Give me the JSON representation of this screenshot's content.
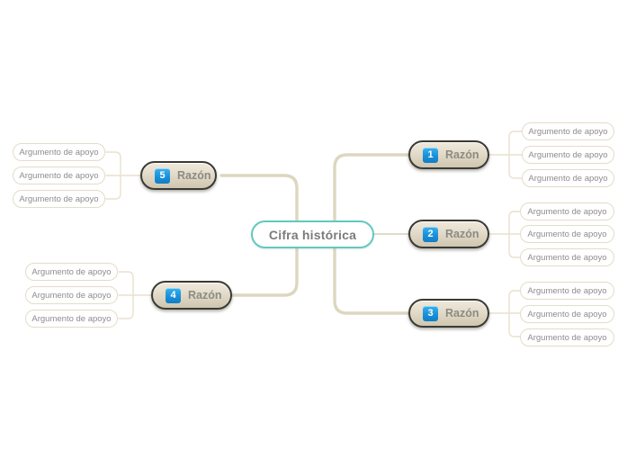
{
  "diagram": {
    "type": "mind-map",
    "background_color": "#ffffff",
    "accent_colors": {
      "central_border": "#62c9c0",
      "badge_blue": "#1a90d8",
      "branch_line": "#ddd6c0",
      "reason_fill": "#e3dbc9",
      "reason_border": "#3a3a34"
    },
    "central": {
      "label": "Cifra histórica"
    },
    "argument_label": "Argumento de apoyo",
    "branches": [
      {
        "number": "1",
        "label": "Razón",
        "side": "right",
        "arguments": [
          "Argumento de apoyo",
          "Argumento de apoyo",
          "Argumento de apoyo"
        ]
      },
      {
        "number": "2",
        "label": "Razón",
        "side": "right",
        "arguments": [
          "Argumento de apoyo",
          "Argumento de apoyo",
          "Argumento de apoyo"
        ]
      },
      {
        "number": "3",
        "label": "Razón",
        "side": "right",
        "arguments": [
          "Argumento de apoyo",
          "Argumento de apoyo",
          "Argumento de apoyo"
        ]
      },
      {
        "number": "4",
        "label": "Razón",
        "side": "left",
        "arguments": [
          "Argumento de apoyo",
          "Argumento de apoyo",
          "Argumento de apoyo"
        ]
      },
      {
        "number": "5",
        "label": "Razón",
        "side": "left",
        "arguments": [
          "Argumento de apoyo",
          "Argumento de apoyo",
          "Argumento de apoyo"
        ]
      }
    ]
  }
}
